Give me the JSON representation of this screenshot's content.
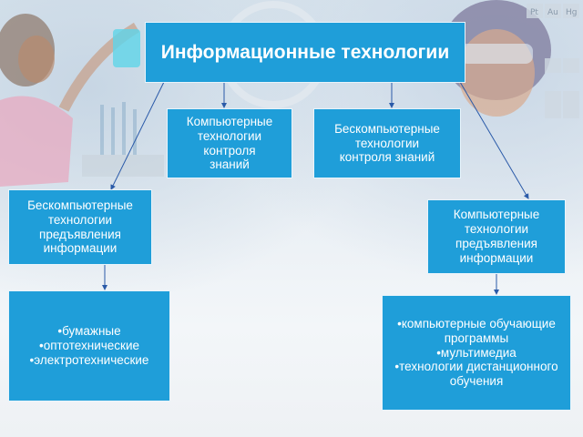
{
  "title": "Информационные технологии",
  "nodes": {
    "computer_control": "Компьютерные\nтехнологии\nконтроля\nзнаний",
    "noncomputer_control": "Бескомпьютерные\nтехнологии\nконтроля знаний",
    "noncomputer_presentation": "Бескомпьютерные\nтехнологии\nпредъявления\nинформации",
    "computer_presentation": "Компьютерные\nтехнологии\nпредъявления\nинформации"
  },
  "lists": {
    "noncomputer_items": [
      "бумажные",
      "оптотехнические",
      "электротехнические"
    ],
    "computer_items": [
      "компьютерные обучающие программы",
      "мультимедиа",
      "технологии дистанционного обучения"
    ]
  },
  "colors": {
    "box_fill": "#1f9ed9",
    "box_text": "#ffffff",
    "connector": "#2a5aa8"
  }
}
